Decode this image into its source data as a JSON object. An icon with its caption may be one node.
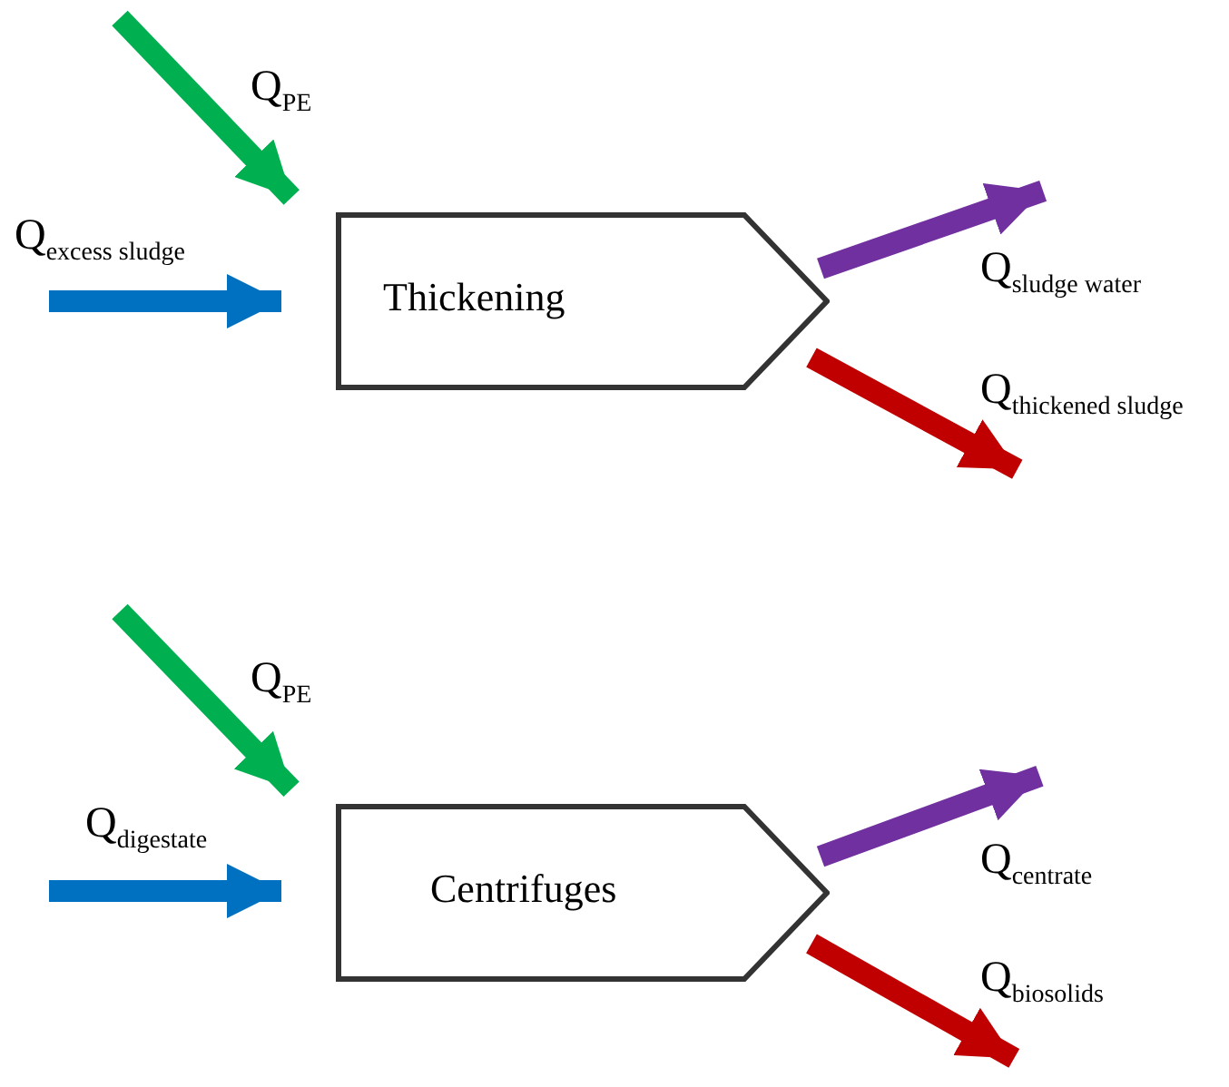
{
  "diagram": {
    "nodes": [
      {
        "text": [
          "Thickening"
        ]
      },
      {
        "text": [
          "Centrifuges"
        ]
      }
    ],
    "edges": [
      {
        "from": null,
        "to": 0,
        "arrow": "to",
        "label": "Q$_{PE}$",
        "color": "#00b050"
      },
      {
        "from": null,
        "to": 0,
        "arrow": "to",
        "label": "Q$_{excess sludge}$",
        "color": "#0070c0"
      },
      {
        "from": 0,
        "to": null,
        "arrow": "to",
        "label": "Q$_{sludge water}$",
        "color": "#7030a0"
      },
      {
        "from": 0,
        "to": null,
        "arrow": "to",
        "label": "Q$_{thickened sludge}$",
        "color": "#c00000"
      },
      {
        "from": null,
        "to": 1,
        "arrow": "to",
        "label": "Q$_{PE}$",
        "color": "#00b050"
      },
      {
        "from": null,
        "to": 1,
        "arrow": "to",
        "label": "Q$_{digestate}$",
        "color": "#0070c0"
      },
      {
        "from": 1,
        "to": null,
        "arrow": "to",
        "label": "Q$_{centrate}$",
        "color": "#7030a0"
      },
      {
        "from": 1,
        "to": null,
        "arrow": "to",
        "label": "Q$_{biosolids}$",
        "color": "#c00000"
      }
    ]
  }
}
